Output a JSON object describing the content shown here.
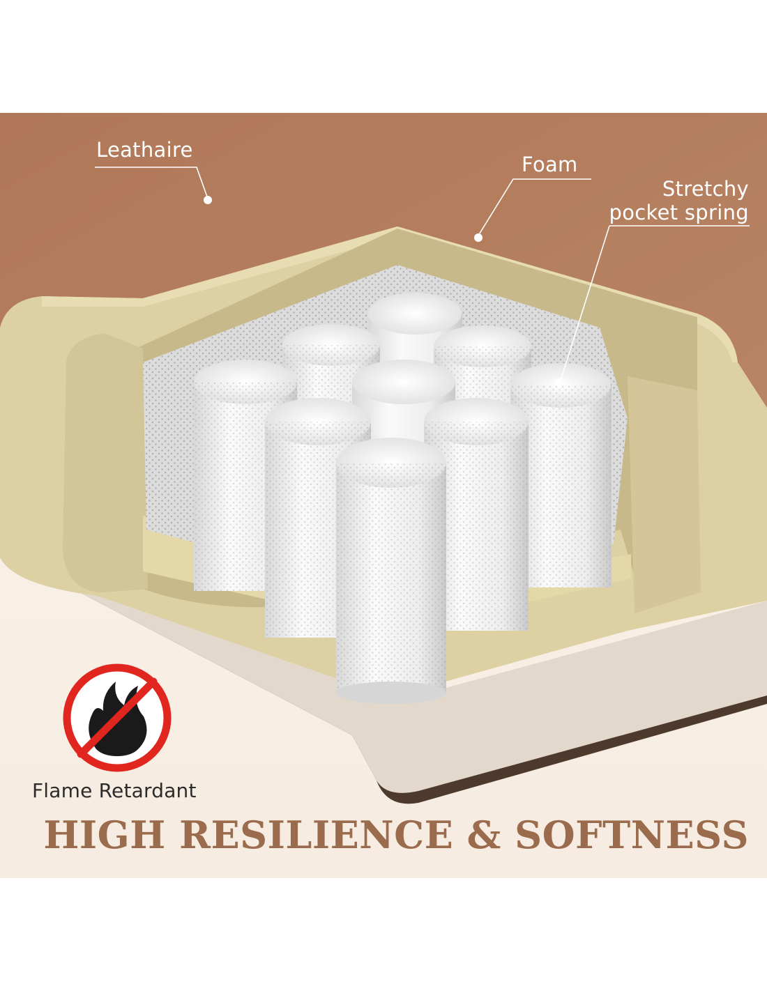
{
  "labels": {
    "leathaire": "Leathaire",
    "foam": "Foam",
    "spring_line1": "Stretchy",
    "spring_line2": "pocket spring"
  },
  "badge": {
    "icon": "no-flame-icon",
    "text": "Flame Retardant"
  },
  "headline": "HIGH RESILIENCE & SOFTNESS",
  "colors": {
    "leather": "#b47f5e",
    "foam": "#ddd0a2",
    "spring": "#f2f2f2",
    "headline": "#9a6b4c",
    "no_sign": "#e0261f"
  }
}
